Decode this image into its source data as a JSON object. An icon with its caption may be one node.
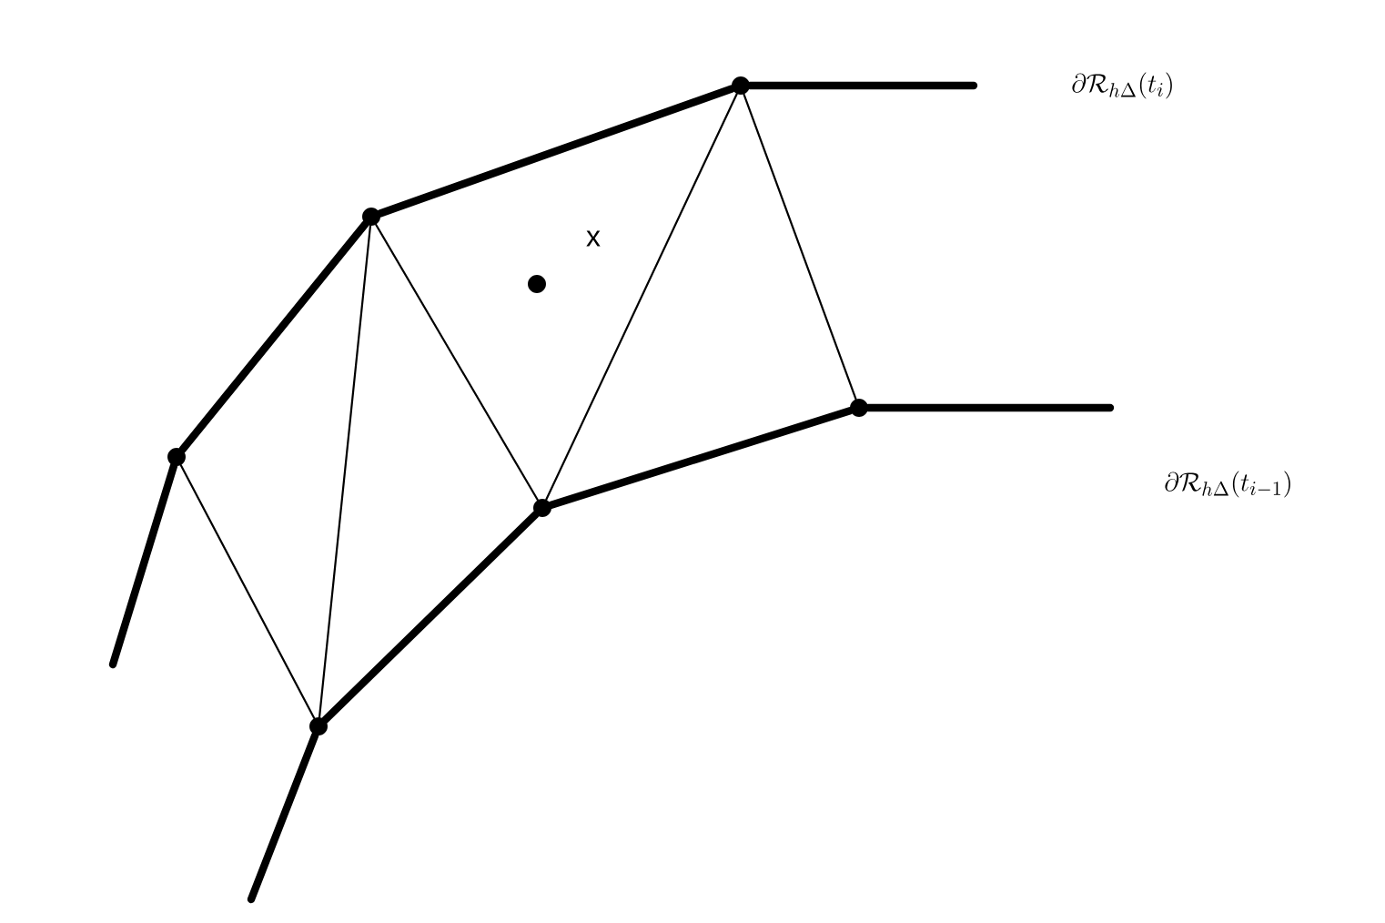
{
  "diagram": {
    "nodes": [
      {
        "text": [],
        "shape": "circle"
      },
      {
        "text": [],
        "shape": "circle"
      },
      {
        "text": [],
        "shape": "circle"
      },
      {
        "text": [],
        "shape": "circle"
      },
      {
        "text": [],
        "shape": "circle"
      },
      {
        "text": [],
        "shape": "circle"
      },
      {
        "text": [],
        "shape": "circle"
      }
    ],
    "edges": [
      {
        "from": null,
        "to": 0,
        "arrow": "none"
      },
      {
        "from": 0,
        "to": 2,
        "arrow": "none"
      },
      {
        "from": 2,
        "to": 5,
        "arrow": "none"
      },
      {
        "from": 5,
        "to": null,
        "arrow": "none"
      },
      {
        "from": null,
        "to": 1,
        "arrow": "none"
      },
      {
        "from": 1,
        "to": 4,
        "arrow": "none"
      },
      {
        "from": 4,
        "to": 6,
        "arrow": "none"
      },
      {
        "from": 6,
        "to": null,
        "arrow": "none"
      },
      {
        "from": 0,
        "to": 1,
        "arrow": "none"
      },
      {
        "from": 1,
        "to": 2,
        "arrow": "none"
      },
      {
        "from": 2,
        "to": 4,
        "arrow": "none"
      },
      {
        "from": 4,
        "to": 5,
        "arrow": "none"
      },
      {
        "from": 5,
        "to": 6,
        "arrow": "none"
      }
    ],
    "labels": [
      "\\partial\\mathcal{R}_{h\\Delta}(t_i)",
      "x",
      "\\partial\\mathcal{R}_{h\\Delta}(t_{i-1})"
    ]
  }
}
